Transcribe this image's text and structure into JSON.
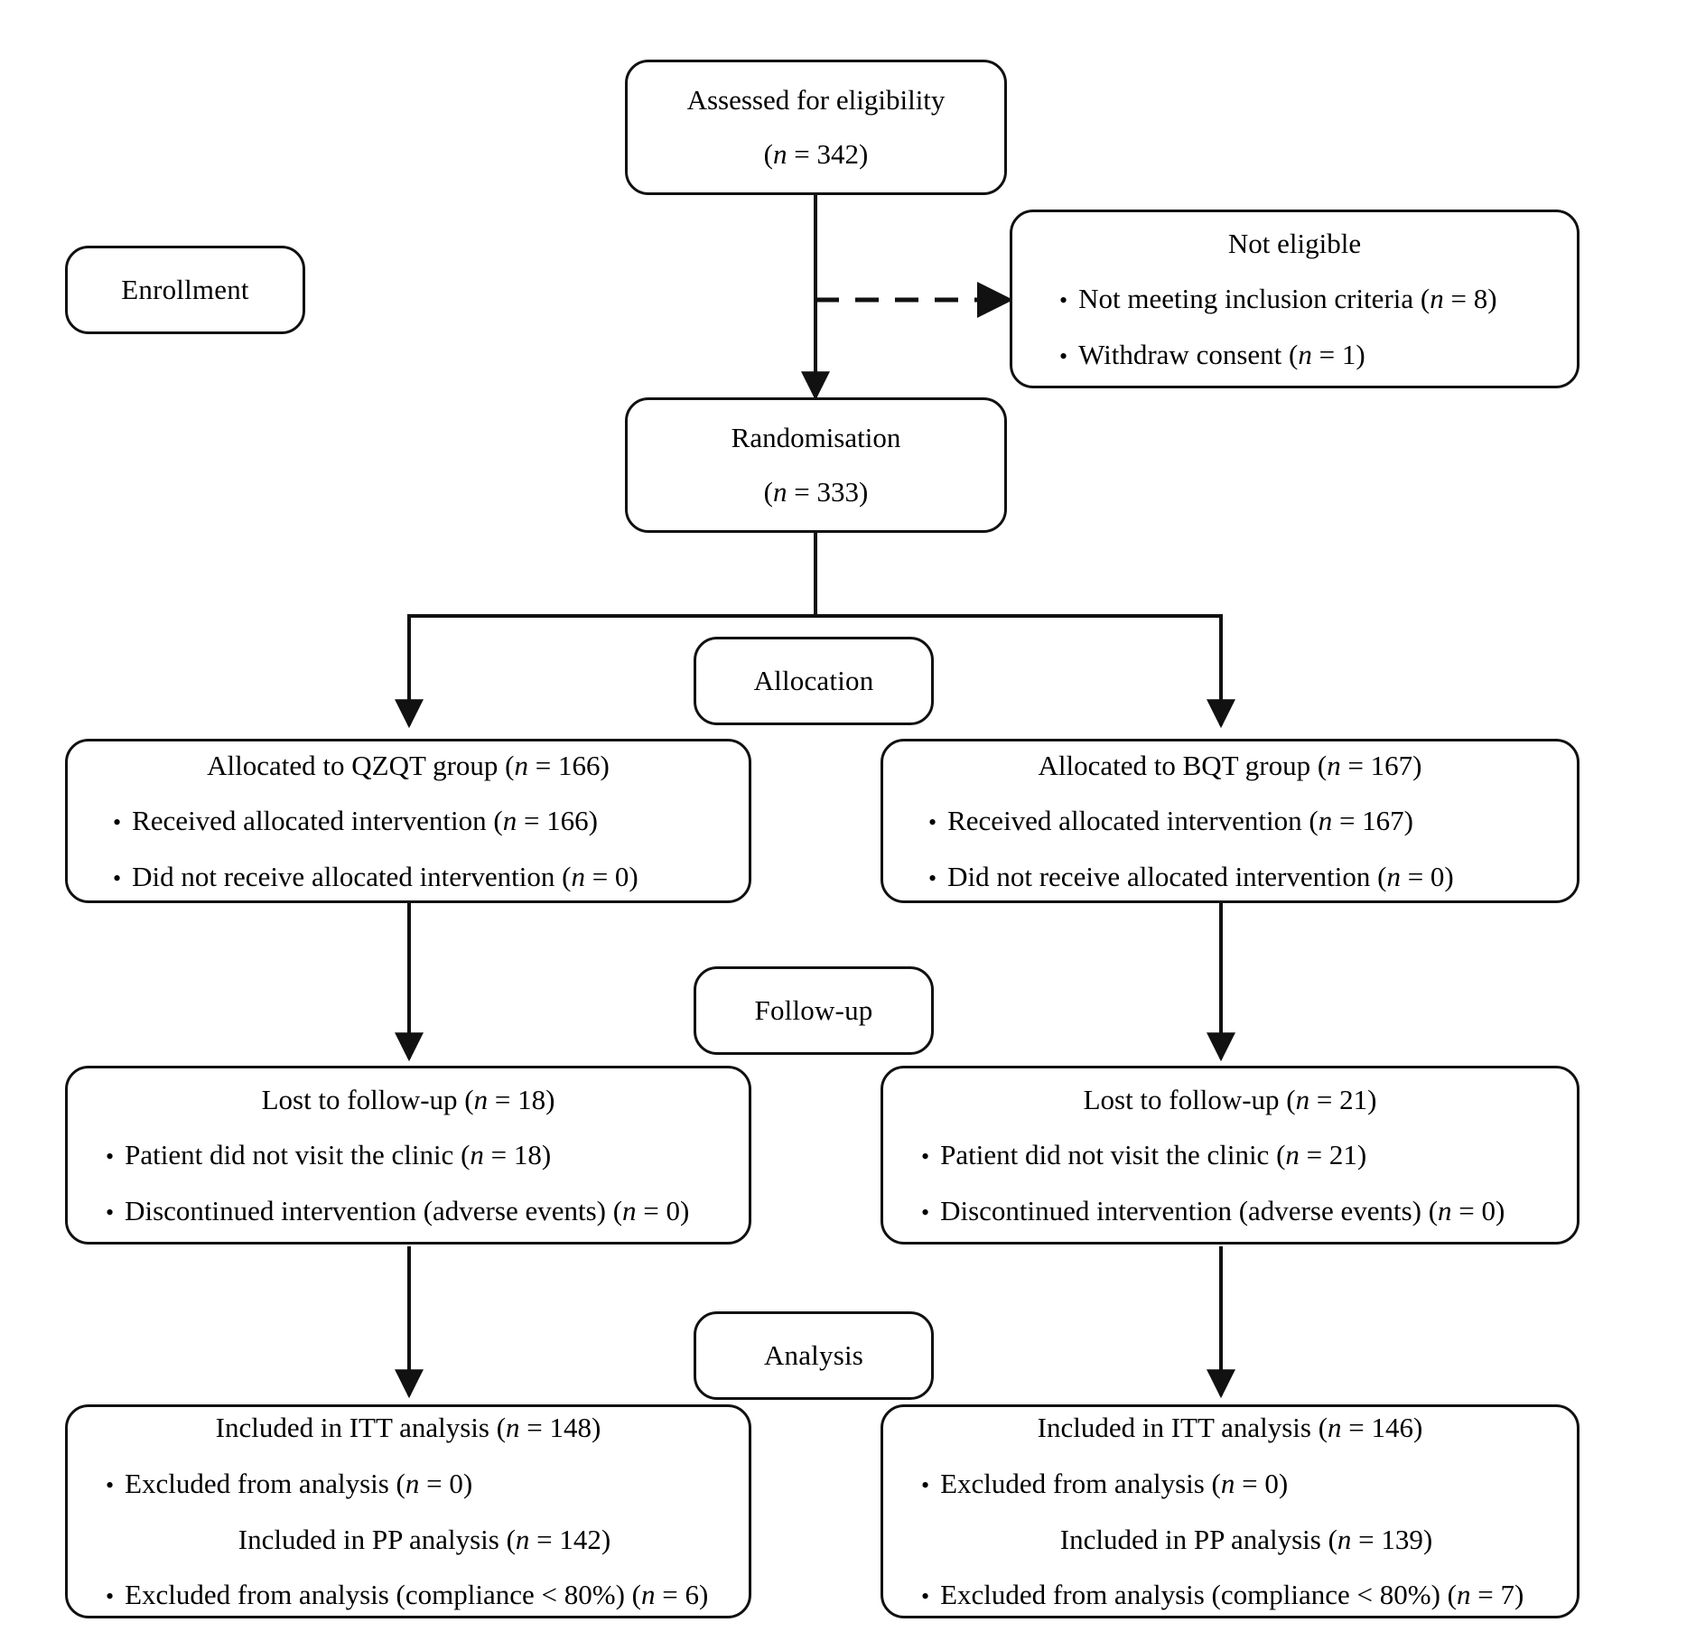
{
  "diagram": {
    "type": "CONSORT participant flow diagram",
    "stages": [
      {
        "id": "enrollment",
        "label": "Enrollment"
      },
      {
        "id": "allocation",
        "label": "Allocation"
      },
      {
        "id": "followup",
        "label": "Follow-up"
      },
      {
        "id": "analysis",
        "label": "Analysis"
      }
    ],
    "nodes": {
      "assessed": {
        "title": "Assessed for eligibility",
        "count": "(n = 342)"
      },
      "not_eligible": {
        "title": "Not eligible",
        "bullets": [
          "Not meeting inclusion criteria (n = 8)",
          "Withdraw consent (n = 1)"
        ]
      },
      "randomisation": {
        "title": "Randomisation",
        "count": "(n = 333)"
      },
      "alloc_left": {
        "title": "Allocated to QZQT group (n = 166)",
        "bullets": [
          "Received allocated intervention (n = 166)",
          "Did not receive allocated intervention (n = 0)"
        ]
      },
      "alloc_right": {
        "title": "Allocated to BQT group (n = 167)",
        "bullets": [
          "Received allocated intervention (n = 167)",
          "Did not receive allocated intervention (n = 0)"
        ]
      },
      "follow_left": {
        "title": "Lost to follow-up (n = 18)",
        "bullets": [
          "Patient did not visit the clinic (n = 18)",
          "Discontinued intervention (adverse events) (n = 0)"
        ]
      },
      "follow_right": {
        "title": "Lost to follow-up (n = 21)",
        "bullets": [
          "Patient did not visit the clinic (n = 21)",
          "Discontinued intervention (adverse events) (n = 0)"
        ]
      },
      "analysis_left": {
        "itt_title": "Included in ITT analysis (n = 148)",
        "itt_bullet": "Excluded from analysis (n = 0)",
        "pp_title": "Included in PP analysis (n = 142)",
        "pp_bullet": "Excluded from analysis (compliance < 80%) (n = 6)"
      },
      "analysis_right": {
        "itt_title": "Included in ITT analysis (n = 146)",
        "itt_bullet": "Excluded from analysis (n = 0)",
        "pp_title": "Included in PP analysis (n = 139)",
        "pp_bullet": "Excluded from analysis (compliance < 80%) (n = 7)"
      }
    },
    "bullet_glyph": "•",
    "colors": {
      "stroke": "#111111",
      "background": "#ffffff",
      "text": "#000000"
    },
    "connectors": [
      {
        "from": "assessed",
        "to": "randomisation",
        "style": "solid",
        "arrow": true
      },
      {
        "from": "assessed",
        "to": "not_eligible",
        "style": "dashed",
        "arrow": true
      },
      {
        "from": "randomisation",
        "to": "alloc_left",
        "style": "solid",
        "arrow": true
      },
      {
        "from": "randomisation",
        "to": "alloc_right",
        "style": "solid",
        "arrow": true
      },
      {
        "from": "alloc_left",
        "to": "follow_left",
        "style": "solid",
        "arrow": true
      },
      {
        "from": "alloc_right",
        "to": "follow_right",
        "style": "solid",
        "arrow": true
      },
      {
        "from": "follow_left",
        "to": "analysis_left",
        "style": "solid",
        "arrow": true
      },
      {
        "from": "follow_right",
        "to": "analysis_right",
        "style": "solid",
        "arrow": true
      }
    ]
  }
}
